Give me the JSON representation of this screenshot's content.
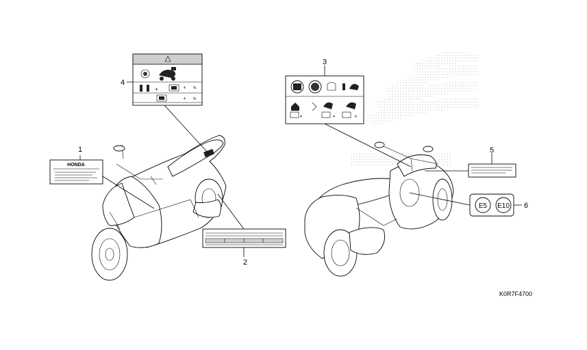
{
  "diagram": {
    "callouts": [
      {
        "id": "1",
        "label": "1"
      },
      {
        "id": "2",
        "label": "2"
      },
      {
        "id": "3",
        "label": "3"
      },
      {
        "id": "4",
        "label": "4"
      },
      {
        "id": "5",
        "label": "5"
      },
      {
        "id": "6",
        "label": "6"
      }
    ],
    "honda_label_text": "HONDA",
    "fuel_marks": [
      "E5",
      "E10"
    ],
    "part_code": "K0R7F4700"
  }
}
